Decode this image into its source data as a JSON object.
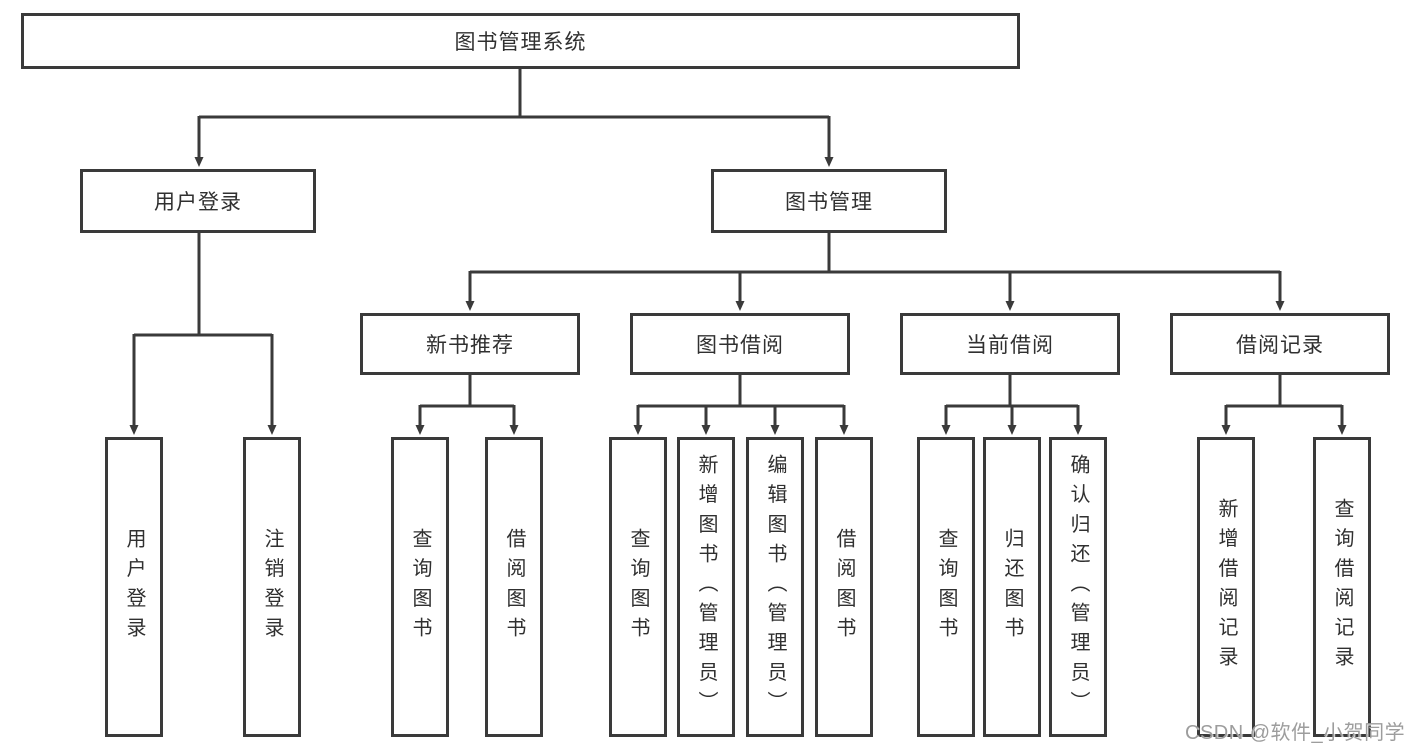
{
  "diagram": {
    "title": "图书管理系统",
    "colors": {
      "line": "#3a3a3a",
      "box_border": "#3a3a3a",
      "text": "#303030",
      "watermark": "#9d9d9d",
      "background": "#ffffff"
    },
    "nodes": {
      "root": "图书管理系统",
      "user_login": "用户登录",
      "book_mgmt": "图书管理",
      "new_book_rec": "新书推荐",
      "book_borrow": "图书借阅",
      "current_borrow": "当前借阅",
      "borrow_records": "借阅记录",
      "user_login_children": [
        "用户登录",
        "注销登录"
      ],
      "new_book_rec_children": [
        "查询图书",
        "借阅图书"
      ],
      "book_borrow_children": [
        "查询图书",
        "新增图书（管理员）",
        "编辑图书（管理员）",
        "借阅图书"
      ],
      "current_borrow_children": [
        "查询图书",
        "归还图书",
        "确认归还（管理员）"
      ],
      "borrow_records_children": [
        "新增借阅记录",
        "查询借阅记录"
      ]
    }
  },
  "watermark": {
    "text": "CSDN @软件_小贺同学"
  }
}
